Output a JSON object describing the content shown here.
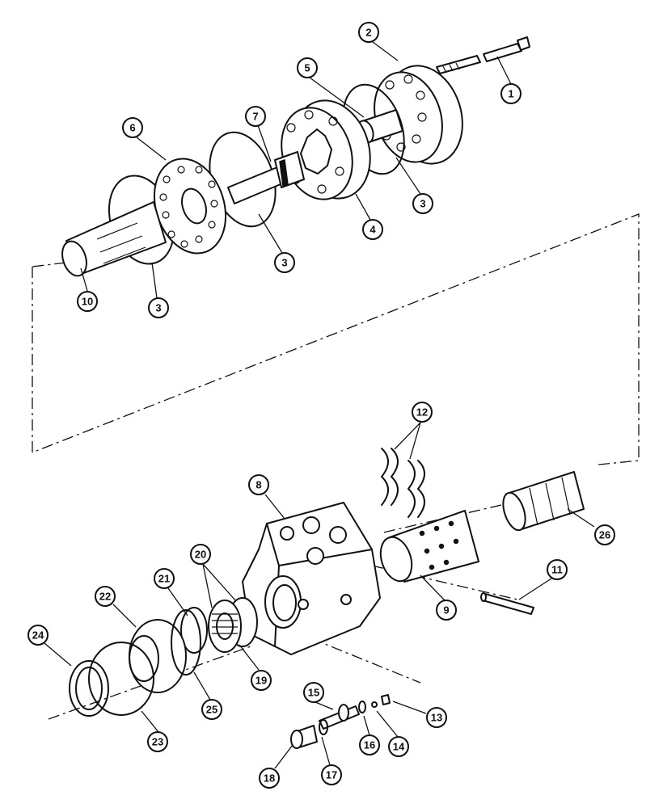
{
  "callouts": [
    {
      "id": "c1",
      "label": "1"
    },
    {
      "id": "c2",
      "label": "2"
    },
    {
      "id": "c3a",
      "label": "3"
    },
    {
      "id": "c3b",
      "label": "3"
    },
    {
      "id": "c3c",
      "label": "3"
    },
    {
      "id": "c4",
      "label": "4"
    },
    {
      "id": "c5",
      "label": "5"
    },
    {
      "id": "c6",
      "label": "6"
    },
    {
      "id": "c7",
      "label": "7"
    },
    {
      "id": "c8",
      "label": "8"
    },
    {
      "id": "c9",
      "label": "9"
    },
    {
      "id": "c10",
      "label": "10"
    },
    {
      "id": "c11",
      "label": "11"
    },
    {
      "id": "c12",
      "label": "12"
    },
    {
      "id": "c13",
      "label": "13"
    },
    {
      "id": "c14",
      "label": "14"
    },
    {
      "id": "c15",
      "label": "15"
    },
    {
      "id": "c16",
      "label": "16"
    },
    {
      "id": "c17",
      "label": "17"
    },
    {
      "id": "c18",
      "label": "18"
    },
    {
      "id": "c19",
      "label": "19"
    },
    {
      "id": "c20",
      "label": "20"
    },
    {
      "id": "c21",
      "label": "21"
    },
    {
      "id": "c22",
      "label": "22"
    },
    {
      "id": "c23",
      "label": "23"
    },
    {
      "id": "c24",
      "label": "24"
    },
    {
      "id": "c25",
      "label": "25"
    },
    {
      "id": "c26",
      "label": "26"
    }
  ]
}
